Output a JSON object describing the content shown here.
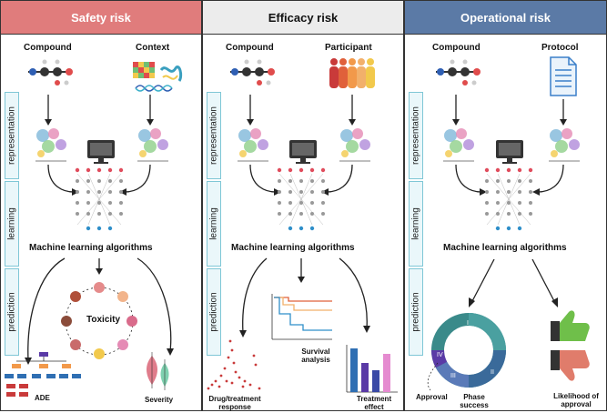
{
  "panels": [
    {
      "title": "Safety risk",
      "color": "#e07c7c",
      "inputs": [
        "Compound",
        "Context"
      ],
      "ml": "Machine learning algorithms",
      "outputs": {
        "center": "Toxicity",
        "left": "ADE",
        "right": "Severity"
      }
    },
    {
      "title": "Efficacy risk",
      "color": "#ececec",
      "inputs": [
        "Compound",
        "Participant"
      ],
      "ml": "Machine learning algorithms",
      "outputs": {
        "left": "Drug/treatment response",
        "center": "Survival analysis",
        "right": "Treatment effect"
      }
    },
    {
      "title": "Operational risk",
      "color": "#5b7aa6",
      "inputs": [
        "Compound",
        "Protocol"
      ],
      "ml": "Machine learning algorithms",
      "outputs": {
        "left": "Phase success",
        "right": "Likelihood of approval",
        "approval": "Approval",
        "phases": [
          "I",
          "II",
          "III",
          "IV"
        ]
      }
    }
  ],
  "stages": [
    "representation",
    "learning",
    "prediction"
  ],
  "icons": [
    "molecule-icon",
    "heatmap-icon",
    "dna-icon",
    "protein-icon",
    "people-icon",
    "document-icon",
    "computer-icon",
    "neural-network-icon",
    "thumbs-up-icon",
    "thumbs-down-icon"
  ]
}
